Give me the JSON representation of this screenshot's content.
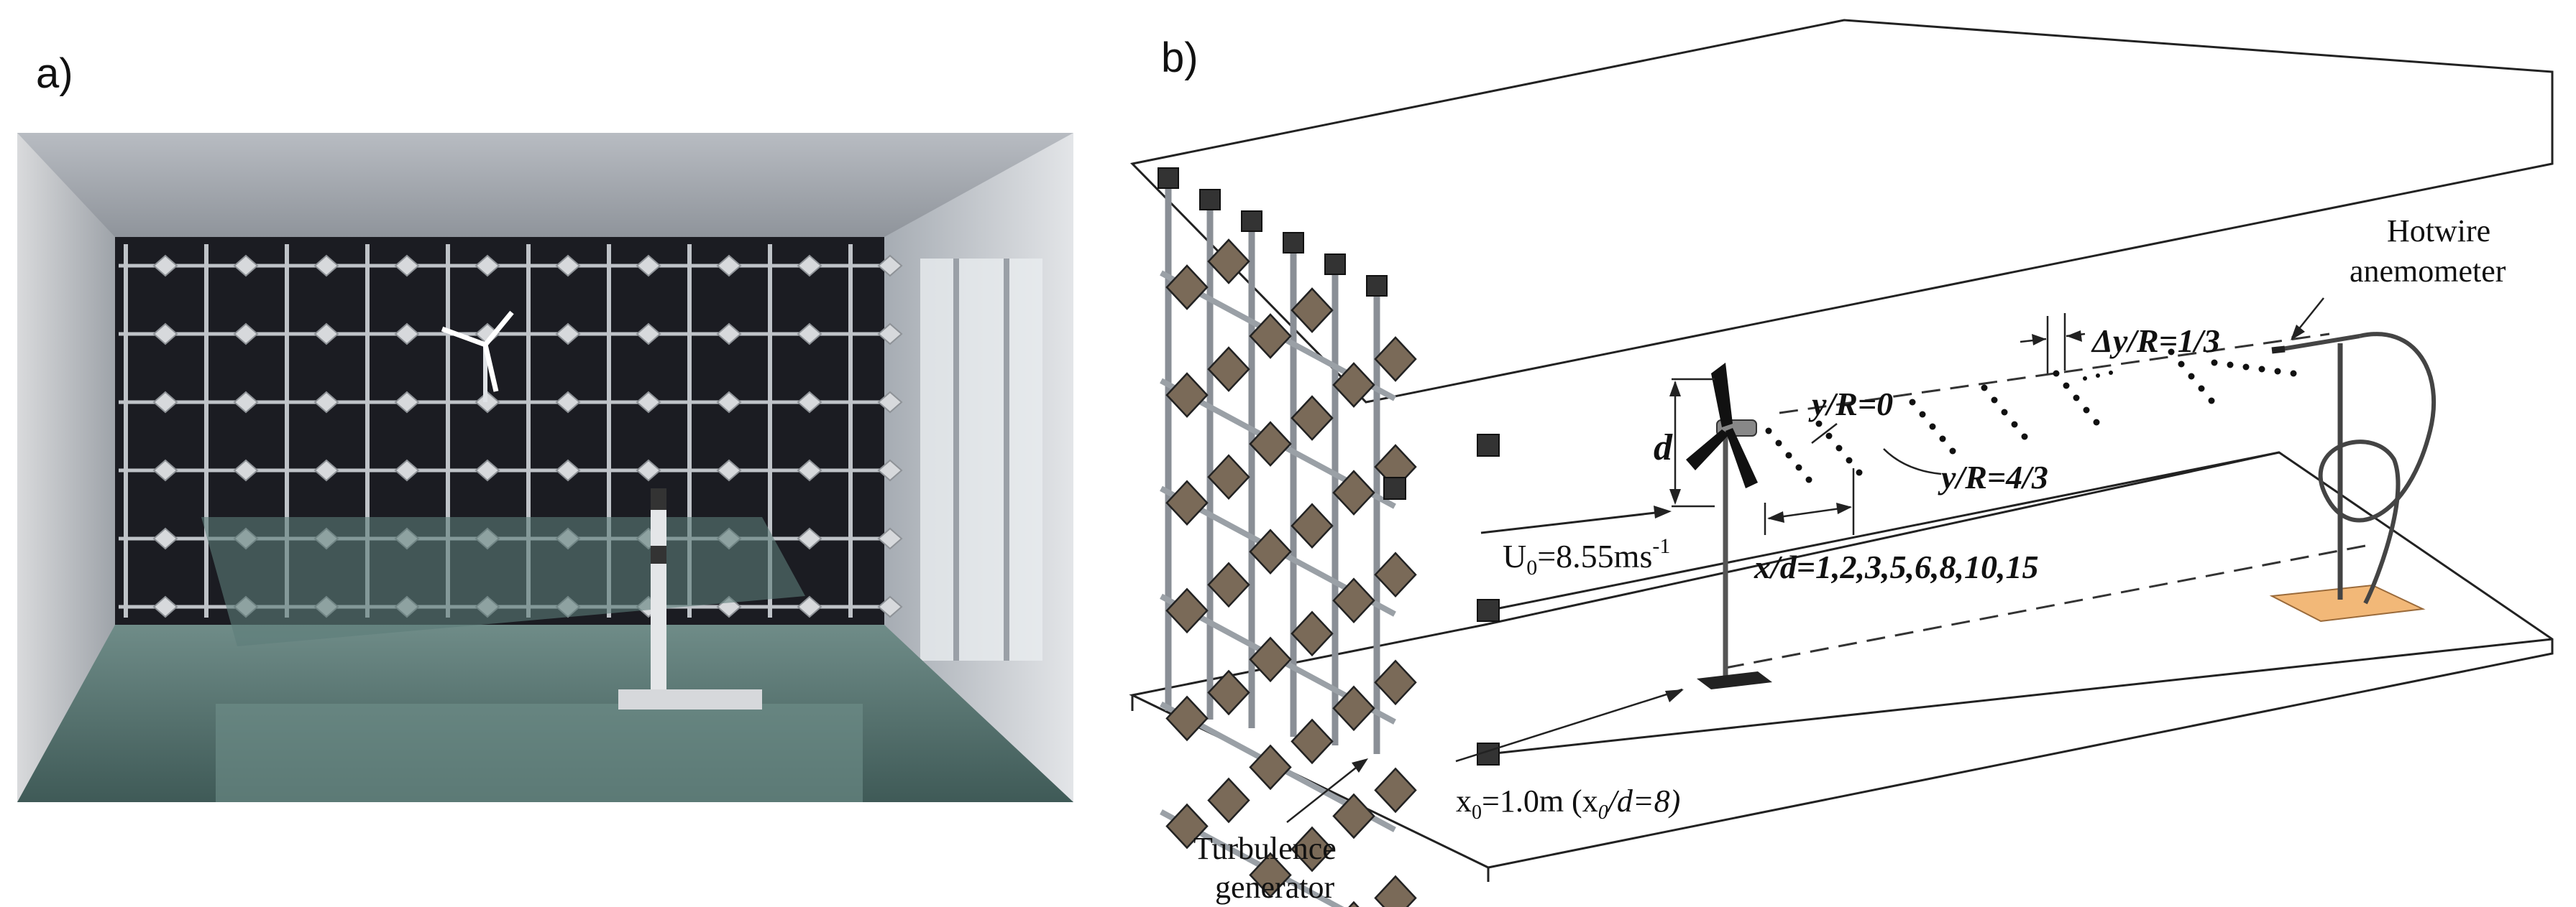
{
  "panels": {
    "a_label": "a)",
    "b_label": "b)"
  },
  "annotations": {
    "hotwire_line1": "Hotwire",
    "hotwire_line2": "anemometer",
    "dy_expr": "Δy/R=1/3",
    "yr0_expr": "y/R=0",
    "yr43_expr": "y/R=4/3",
    "d_symbol": "d",
    "u0_main": "U",
    "u0_sub": "0",
    "u0_rest": "=8.55ms",
    "u0_sup": "-1",
    "xd_list": "x/d=1,2,3,5,6,8,10,15",
    "x0_main": "x",
    "x0_sub": "0",
    "x0_rest": "=1.0m (x",
    "x0_sub2": "0",
    "x0_tail": "/d=8)",
    "tg_line1": "Turbulence",
    "tg_line2": "generator"
  },
  "colors": {
    "line": "#222222",
    "grid_rod": "#8a8f96",
    "grid_plate": "#7a6a58",
    "floor": "#ffffff",
    "base_plate": "#f2b878",
    "photo_dark": "#1b1c22",
    "photo_wall": "#c9ccd1",
    "photo_floor": "#54736e"
  }
}
